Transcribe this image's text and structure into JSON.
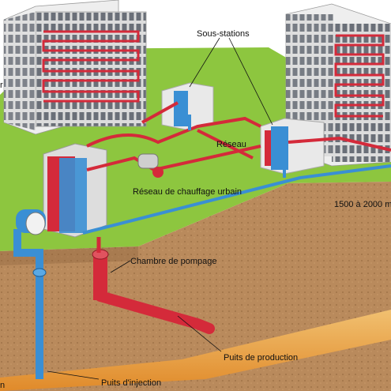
{
  "labels": {
    "sous_stations": "Sous-stations",
    "reseau": "Réseau",
    "reseau_chauffage": "Réseau de chauffage urbain",
    "profondeur": "1500 à 2000 m",
    "chambre_pompage": "Chambre de pompage",
    "puits_production": "Puits de production",
    "puits_injection": "Puits d'injection",
    "left_edge_r": "r",
    "left_edge_n": "n"
  },
  "colors": {
    "hot_pipe": "#d42a3a",
    "cold_pipe": "#3a8fd4",
    "grass": "#8dc63f",
    "soil": "#b98a5c",
    "aquifer": "#e8a13a",
    "building": "#e6e6e6"
  }
}
